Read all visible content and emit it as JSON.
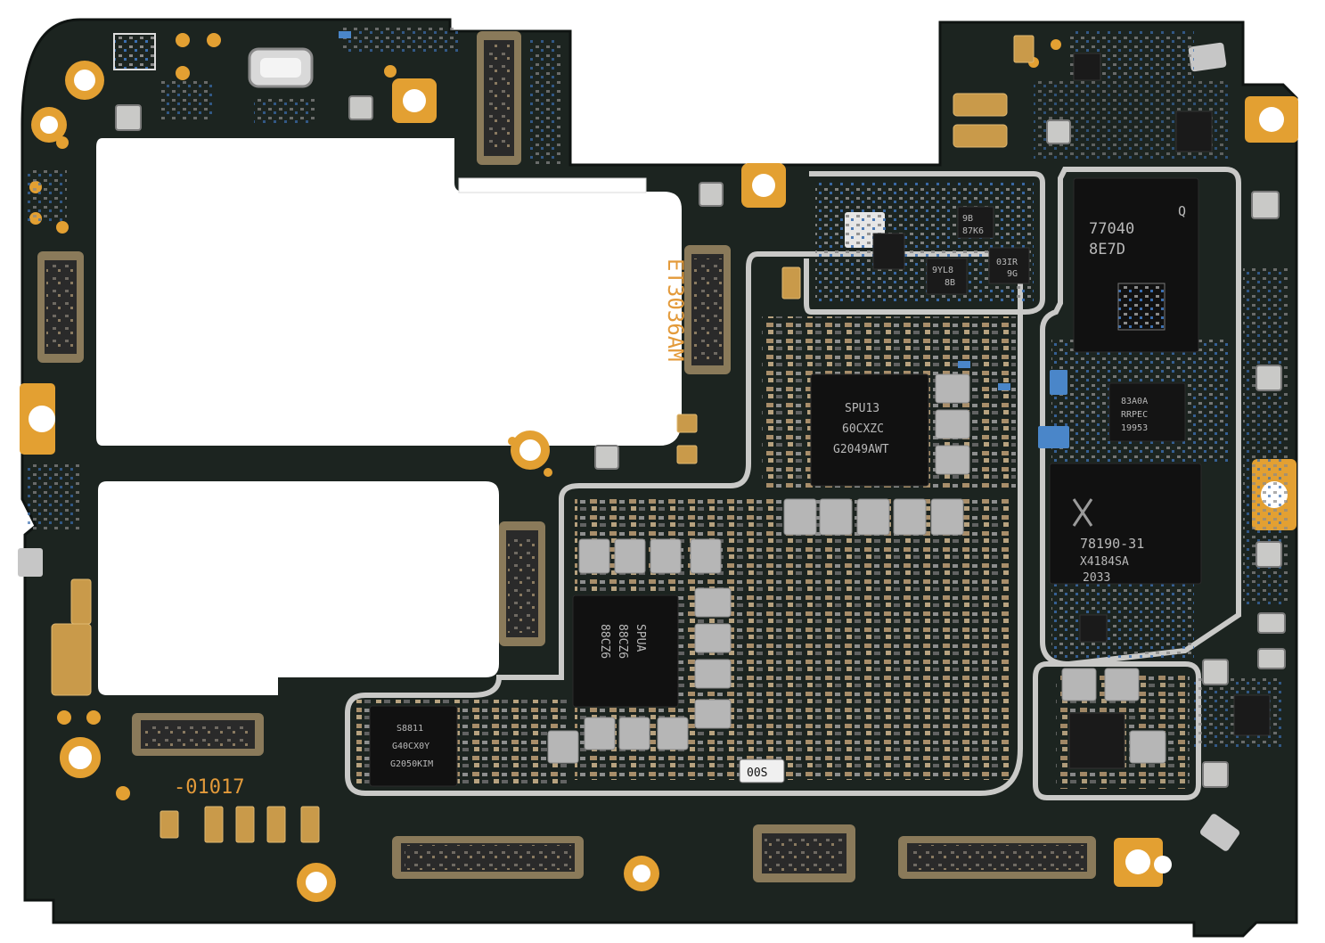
{
  "board": {
    "colors": {
      "pcb": "#1c2420",
      "pcb_edge": "#121815",
      "gold": "#e3a032",
      "shield": "#c9c9c7",
      "chip": "#111111",
      "component_tan": "#b89a72",
      "component_grey": "#9a9a9a",
      "capacitor_blue": "#3c6fb0"
    },
    "silkscreen": {
      "board_code": "ET3036AM",
      "part_number": "-01017"
    },
    "chips": {
      "pmic_main": [
        "SPU13",
        "60CXZC",
        "G2049AWT"
      ],
      "modem": [
        "77040",
        "8E7D"
      ],
      "modem_logo": "Q",
      "transceiver": [
        "78190-31",
        "X4184SA",
        "2033"
      ],
      "rf_small": [
        "83A0A",
        "RRPEC",
        "19953"
      ],
      "pmic_secondary": [
        "SPUA",
        "88CZ6",
        "88CZ6"
      ],
      "pmic_left": [
        "S8811",
        "G40CX0Y",
        "G2050KIM"
      ],
      "small_ics": [
        "9B",
        "87K6",
        "9YL8",
        "8B",
        "03IR",
        "9G"
      ],
      "tag": "00S"
    }
  }
}
